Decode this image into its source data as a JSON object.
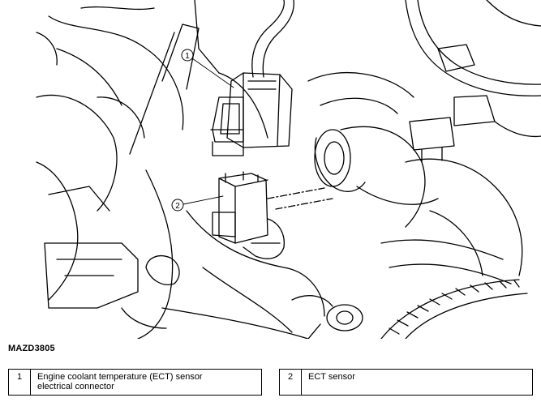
{
  "figure": {
    "code": "MAZD3805",
    "callouts": [
      {
        "number": "1"
      },
      {
        "number": "2"
      }
    ]
  },
  "legend": [
    {
      "number": "1",
      "description": "Engine coolant temperature (ECT) sensor electrical connector"
    },
    {
      "number": "2",
      "description": "ECT sensor"
    }
  ]
}
